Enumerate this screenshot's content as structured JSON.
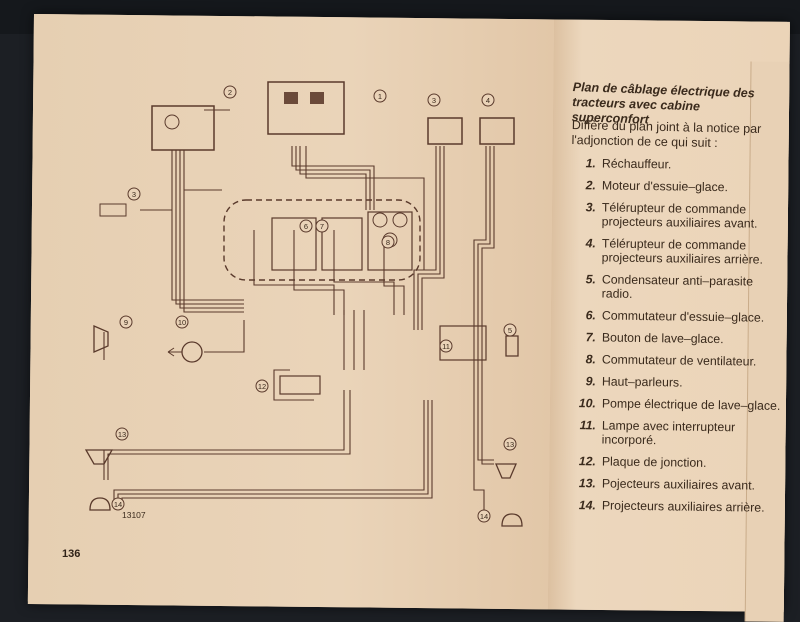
{
  "page": {
    "title": "Plan de câblage électrique des tracteurs avec cabine superconfort",
    "intro": "Diffère du plan joint à la notice par l'adjonction de ce qui suit :",
    "page_number": "136",
    "figure_code": "13107"
  },
  "legend": [
    {
      "num": "1.",
      "text": "Réchauffeur."
    },
    {
      "num": "2.",
      "text": "Moteur d'essuie–glace."
    },
    {
      "num": "3.",
      "text": "Télérupteur de commande projecteurs auxiliaires avant."
    },
    {
      "num": "4.",
      "text": "Télérupteur de commande projecteurs auxiliaires arrière."
    },
    {
      "num": "5.",
      "text": "Condensateur anti–parasite radio."
    },
    {
      "num": "6.",
      "text": "Commutateur d'essuie–glace."
    },
    {
      "num": "7.",
      "text": "Bouton de lave–glace."
    },
    {
      "num": "8.",
      "text": "Commutateur de ventilateur."
    },
    {
      "num": "9.",
      "text": "Haut–parleurs."
    },
    {
      "num": "10.",
      "text": "Pompe électrique de lave–glace."
    },
    {
      "num": "11.",
      "text": "Lampe avec interrupteur incorporé."
    },
    {
      "num": "12.",
      "text": "Plaque de jonction."
    },
    {
      "num": "13.",
      "text": "Pojecteurs auxiliaires avant."
    },
    {
      "num": "14.",
      "text": "Projecteurs auxiliaires arrière."
    }
  ],
  "callouts": [
    "1",
    "2",
    "3",
    "4",
    "5",
    "6",
    "7",
    "8",
    "9",
    "10",
    "11",
    "12",
    "13",
    "14"
  ],
  "colors": {
    "paper": "#ead3b8",
    "ink": "#3a2a1c",
    "wire": "#5a3a2c"
  }
}
